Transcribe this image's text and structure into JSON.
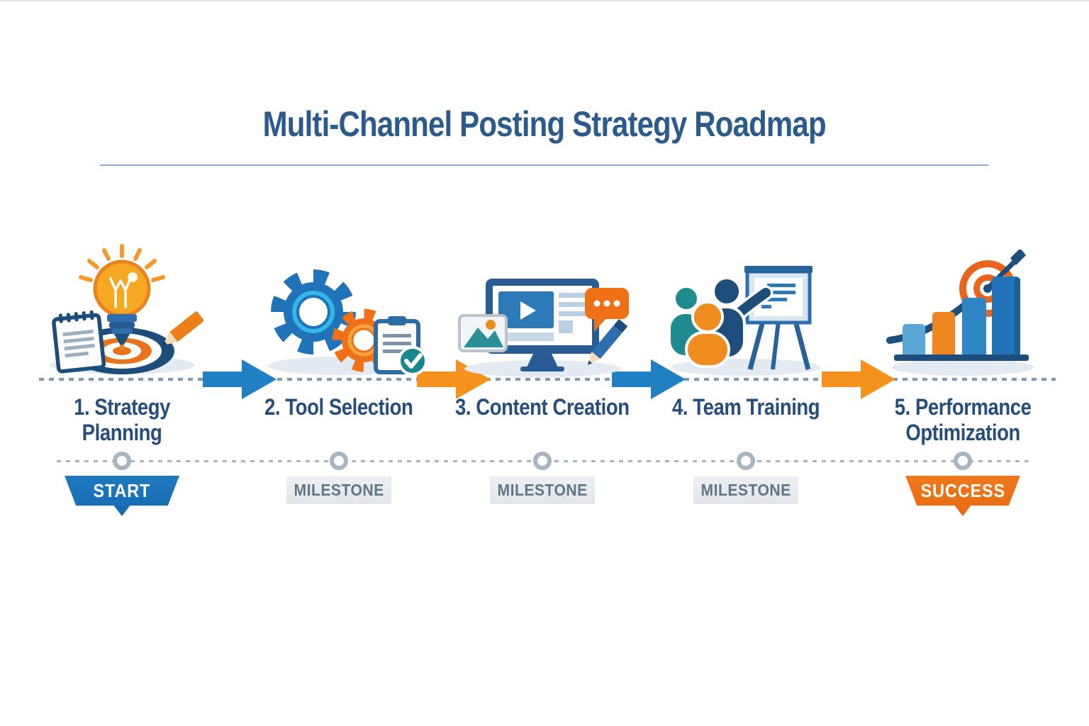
{
  "header": {
    "title": "Multi-Channel Posting Strategy Roadmap"
  },
  "stages": [
    {
      "label_lines": [
        "1. Strategy",
        "Planning"
      ],
      "badge": {
        "text": "START",
        "style": "ribbon-blue"
      },
      "icon": "idea-lightbulb-target-icon"
    },
    {
      "label_lines": [
        "2. Tool Selection"
      ],
      "badge": {
        "text": "MILESTONE",
        "style": "plain"
      },
      "icon": "gears-checklist-icon"
    },
    {
      "label_lines": [
        "3. Content Creation"
      ],
      "badge": {
        "text": "MILESTONE",
        "style": "plain"
      },
      "icon": "monitor-content-icon"
    },
    {
      "label_lines": [
        "4. Team Training"
      ],
      "badge": {
        "text": "MILESTONE",
        "style": "plain"
      },
      "icon": "team-presentation-icon"
    },
    {
      "label_lines": [
        "5. Performance",
        "Optimization"
      ],
      "badge": {
        "text": "SUCCESS",
        "style": "ribbon-orange"
      },
      "icon": "growth-chart-target-icon"
    }
  ],
  "connectors": [
    {
      "color": "#2180c4"
    },
    {
      "color": "#f5921e"
    },
    {
      "color": "#2180c4"
    },
    {
      "color": "#f5921e"
    }
  ],
  "colors": {
    "title": "#2b5a8c",
    "stage_label": "#254e7b",
    "divider": "#93a9c9",
    "ribbon_blue": "#1a72b8",
    "ribbon_orange": "#ed7117",
    "milestone_bg": "#e8ebef",
    "milestone_text": "#5f7689",
    "dotted_line": "#8098ad",
    "node_ring": "#a9b4c1",
    "accent_blue": "#2073b8",
    "accent_orange": "#ee7118",
    "accent_teal": "#1f8a8f",
    "navy": "#1d4d7a"
  }
}
